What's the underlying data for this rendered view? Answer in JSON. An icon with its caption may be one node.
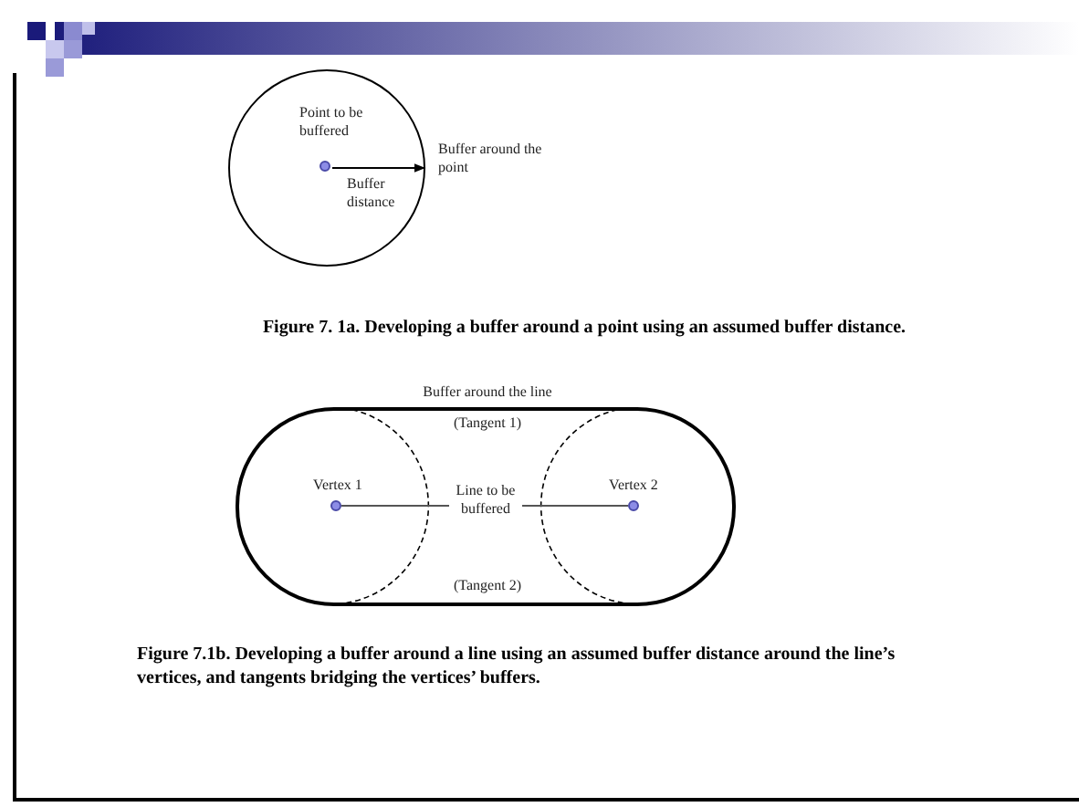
{
  "diagram": {
    "nodes": [
      {
        "text": [],
        "shape": "circle",
        "beside": [
          "Buffer around the point"
        ]
      },
      {
        "text": [],
        "shape": "circle",
        "in": 0,
        "beside": [
          "Point to be buffered"
        ]
      },
      {
        "text": [],
        "shape": "box",
        "beside": [
          "Buffer around the line"
        ]
      },
      {
        "text": [],
        "shape": "circle",
        "in": 2,
        "beside": [
          "Vertex 1"
        ]
      },
      {
        "text": [],
        "shape": "circle",
        "in": 2,
        "beside": [
          "Vertex 2"
        ]
      }
    ],
    "edges": [
      {
        "from": 1,
        "to": 0,
        "arrow": "to",
        "label": "Buffer distance"
      },
      {
        "from": 3,
        "to": 4,
        "arrow": "none",
        "label": "Line to be buffered"
      }
    ],
    "labels": [
      "Figure 7. 1a.  Developing a buffer around a point using an assumed buffer distance.",
      "(Tangent 1)",
      "(Tangent 2)",
      "Figure 7.1b.  Developing a buffer around a line using an assumed buffer distance around the line’s vertices, and tangents bridging the vertices’ buffers."
    ]
  }
}
